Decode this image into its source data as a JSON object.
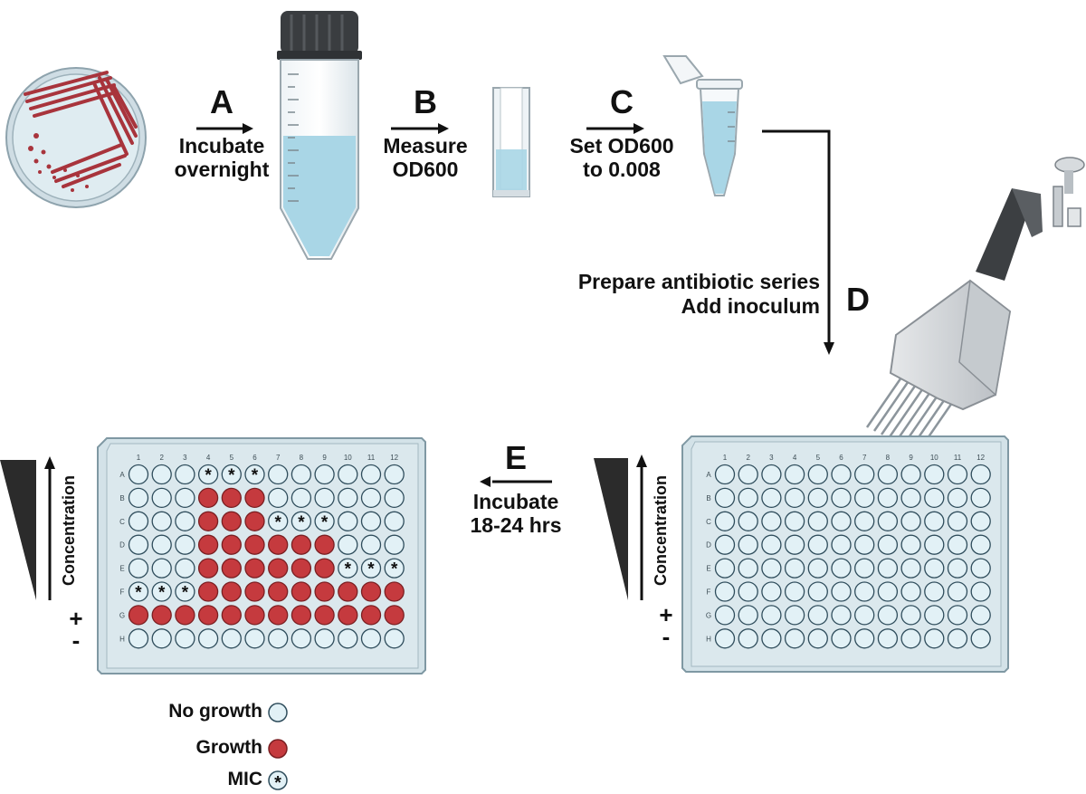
{
  "steps": {
    "a": {
      "letter": "A",
      "line1": "Incubate",
      "line2": "overnight"
    },
    "b": {
      "letter": "B",
      "line1": "Measure",
      "line2": "OD600"
    },
    "c": {
      "letter": "C",
      "line1": "Set OD600",
      "line2": "to 0.008"
    },
    "d": {
      "letter": "D",
      "line1": "Prepare antibiotic series",
      "line2": "Add inoculum"
    },
    "e": {
      "letter": "E",
      "line1": "Incubate",
      "line2": "18-24 hrs"
    }
  },
  "plate": {
    "columns": [
      "1",
      "2",
      "3",
      "4",
      "5",
      "6",
      "7",
      "8",
      "9",
      "10",
      "11",
      "12"
    ],
    "rows": [
      "A",
      "B",
      "C",
      "D",
      "E",
      "F",
      "G",
      "H"
    ],
    "result_grid": [
      "EEEMMMEEEEEE",
      "EEEGGGEEEEEE",
      "EEEGGGMMMEEE",
      "EEEGGGGGGEEE",
      "EEEGGGGGGMMM",
      "MMMGGGGGGGGG",
      "GGGGGGGGGGGG",
      "EEEEEEEEEEEE"
    ]
  },
  "gradient": {
    "axis_label": "Concentration",
    "plus": "+",
    "minus": "-"
  },
  "legend": [
    {
      "key": "E",
      "label": "No growth"
    },
    {
      "key": "G",
      "label": "Growth"
    },
    {
      "key": "M",
      "label": "MIC"
    }
  ],
  "mic_symbol": "*",
  "colors": {
    "well_empty": "#e2f1f6",
    "well_stroke": "#2f4d5c",
    "growth": "#c53a3e",
    "growth_stroke": "#7a1f22",
    "plate_body": "#d3e2e8",
    "plate_border": "#7f98a3",
    "liquid": "#a9d6e6",
    "colony": "#a8343c"
  }
}
